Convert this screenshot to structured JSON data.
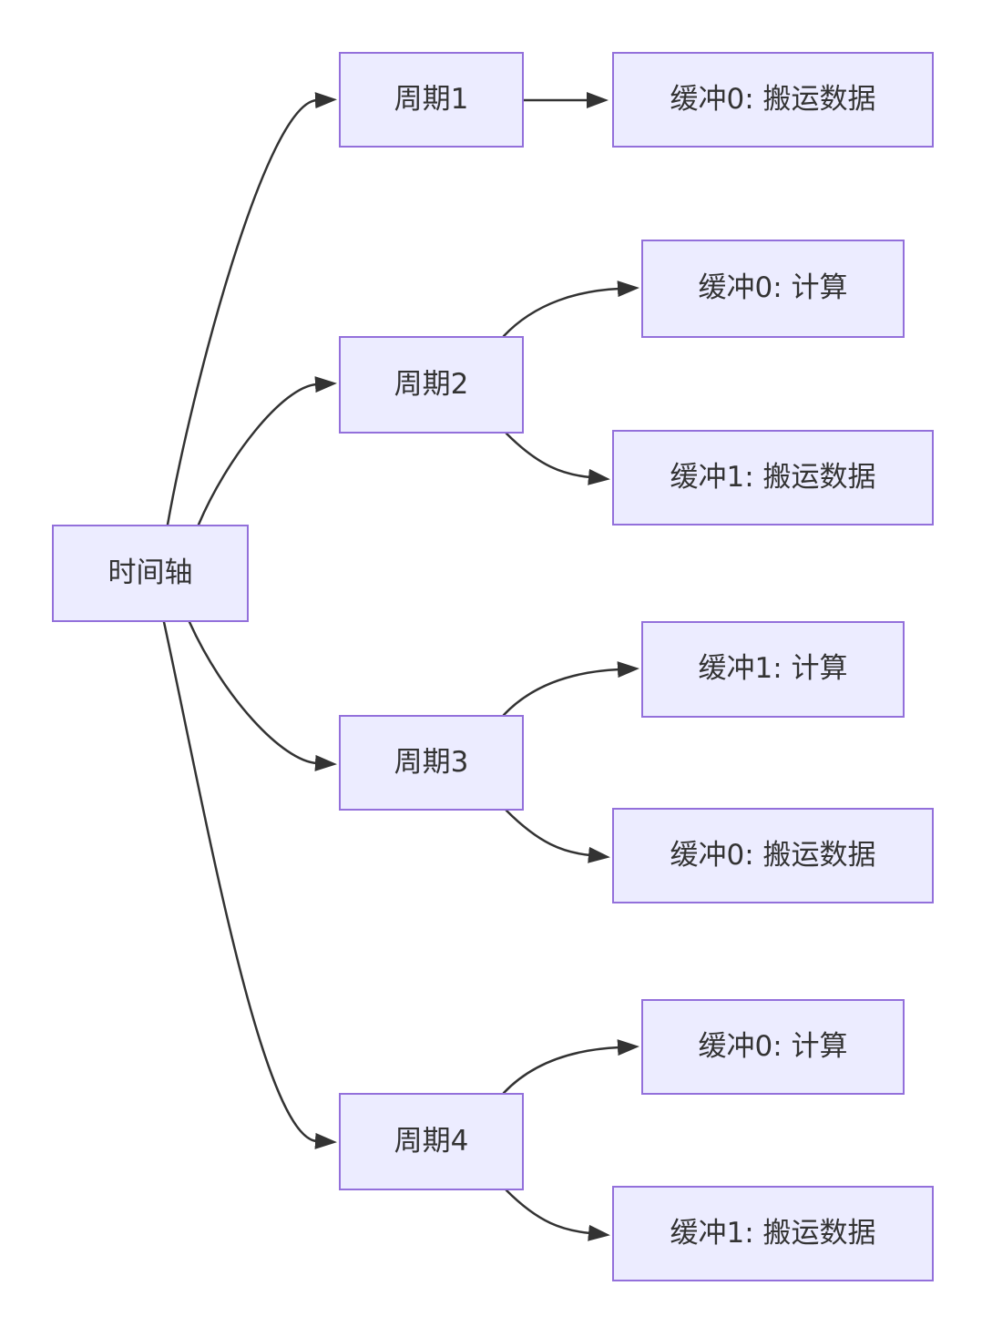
{
  "diagram": {
    "type": "flowchart",
    "direction": "left-to-right",
    "root": {
      "id": "timeline",
      "label": "时间轴"
    },
    "cycles": [
      {
        "id": "cycle1",
        "label": "周期1",
        "children": [
          {
            "id": "cycle1-buffer0",
            "label": "缓冲0: 搬运数据"
          }
        ]
      },
      {
        "id": "cycle2",
        "label": "周期2",
        "children": [
          {
            "id": "cycle2-buffer0",
            "label": "缓冲0: 计算"
          },
          {
            "id": "cycle2-buffer1",
            "label": "缓冲1: 搬运数据"
          }
        ]
      },
      {
        "id": "cycle3",
        "label": "周期3",
        "children": [
          {
            "id": "cycle3-buffer1",
            "label": "缓冲1: 计算"
          },
          {
            "id": "cycle3-buffer0",
            "label": "缓冲0: 搬运数据"
          }
        ]
      },
      {
        "id": "cycle4",
        "label": "周期4",
        "children": [
          {
            "id": "cycle4-buffer0",
            "label": "缓冲0: 计算"
          },
          {
            "id": "cycle4-buffer1",
            "label": "缓冲1: 搬运数据"
          }
        ]
      }
    ],
    "edges": [
      {
        "from": "timeline",
        "to": "cycle1"
      },
      {
        "from": "timeline",
        "to": "cycle2"
      },
      {
        "from": "timeline",
        "to": "cycle3"
      },
      {
        "from": "timeline",
        "to": "cycle4"
      },
      {
        "from": "cycle1",
        "to": "cycle1-buffer0"
      },
      {
        "from": "cycle2",
        "to": "cycle2-buffer0"
      },
      {
        "from": "cycle2",
        "to": "cycle2-buffer1"
      },
      {
        "from": "cycle3",
        "to": "cycle3-buffer1"
      },
      {
        "from": "cycle3",
        "to": "cycle3-buffer0"
      },
      {
        "from": "cycle4",
        "to": "cycle4-buffer0"
      },
      {
        "from": "cycle4",
        "to": "cycle4-buffer1"
      }
    ],
    "colors": {
      "node_fill": "#ECECFF",
      "node_border": "#9370DB",
      "edge": "#333333",
      "text": "#333333",
      "background": "#FFFFFF"
    }
  }
}
